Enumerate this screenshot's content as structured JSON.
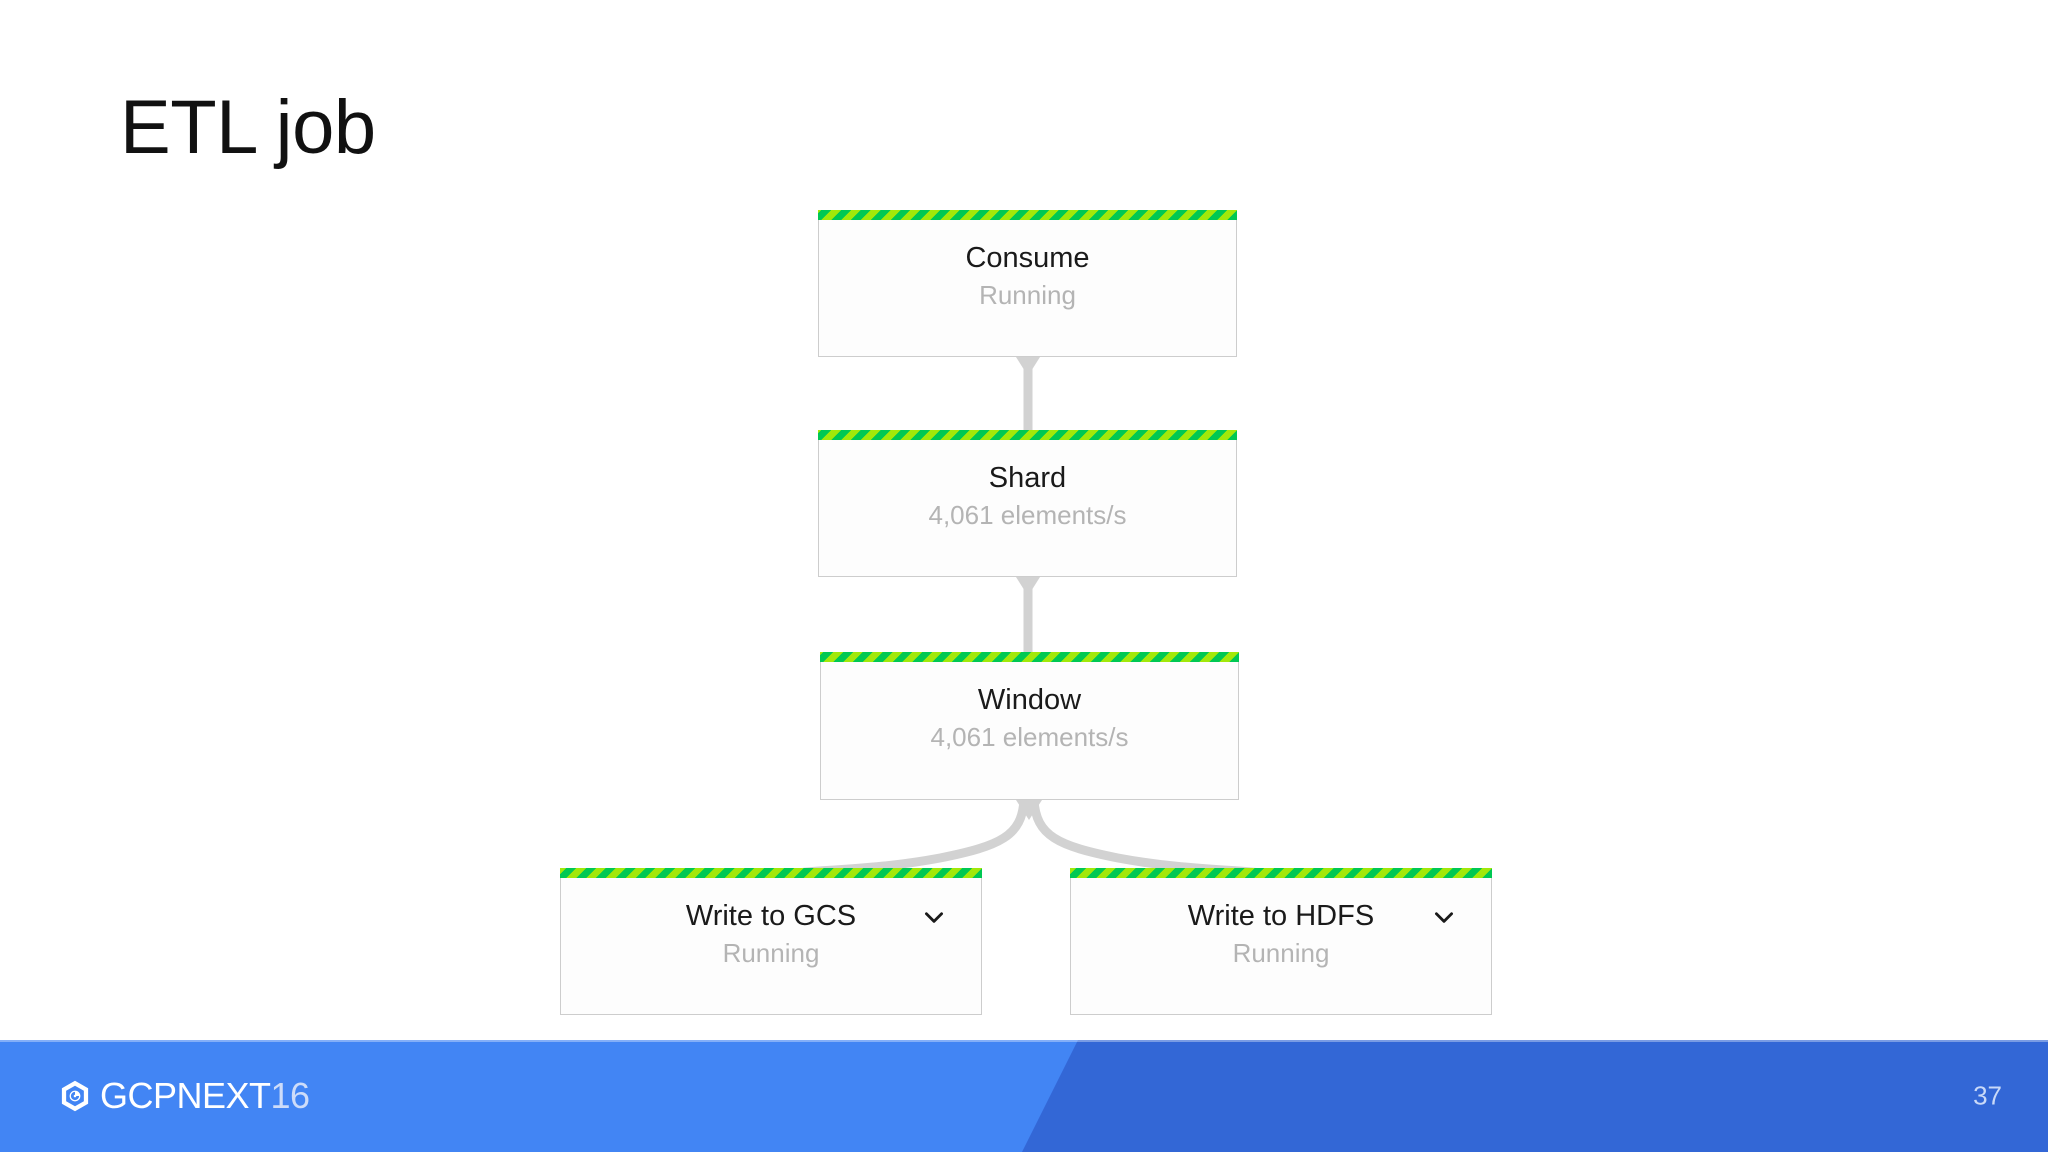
{
  "slide": {
    "title": "ETL job",
    "background_color": "#ffffff"
  },
  "diagram": {
    "type": "pipeline-dag",
    "stripe_colors": [
      "#00c853",
      "#a2e80a"
    ],
    "edge_color": "#d0d0d0",
    "nodes": [
      {
        "id": "consume",
        "title": "Consume",
        "subtitle": "Running",
        "status": "Running",
        "has_chevron": false
      },
      {
        "id": "shard",
        "title": "Shard",
        "subtitle": "4,061 elements/s",
        "throughput": "4,061 elements/s",
        "has_chevron": false
      },
      {
        "id": "window",
        "title": "Window",
        "subtitle": "4,061 elements/s",
        "throughput": "4,061 elements/s",
        "has_chevron": false
      },
      {
        "id": "write-gcs",
        "title": "Write to GCS",
        "subtitle": "Running",
        "status": "Running",
        "has_chevron": true,
        "chevron_icon": "chevron-down-icon"
      },
      {
        "id": "write-hdfs",
        "title": "Write to HDFS",
        "subtitle": "Running",
        "status": "Running",
        "has_chevron": true,
        "chevron_icon": "chevron-down-icon"
      }
    ],
    "edges": [
      {
        "from": "consume",
        "to": "shard"
      },
      {
        "from": "shard",
        "to": "window"
      },
      {
        "from": "window",
        "to": "write-gcs"
      },
      {
        "from": "window",
        "to": "write-hdfs"
      }
    ]
  },
  "footer": {
    "logo_icon": "gcp-hexagon-icon",
    "logo_strong": "GCPNEXT",
    "logo_light": "16",
    "page_number": "37",
    "color_left": "#4285f4",
    "color_right": "#3367d6"
  }
}
